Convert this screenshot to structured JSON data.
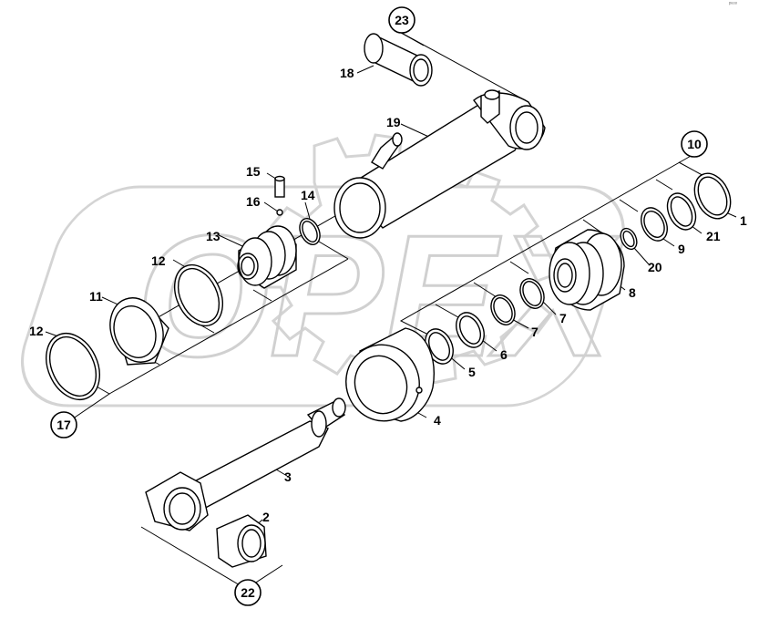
{
  "watermark": {
    "text": "OPEX"
  },
  "corner_mark": "ᵖᵉᵒᵒ",
  "part_labels": {
    "p1": "1",
    "p2": "2",
    "p3": "3",
    "p4": "4",
    "p5": "5",
    "p6": "6",
    "p7a": "7",
    "p7b": "7",
    "p8": "8",
    "p9": "9",
    "p11": "11",
    "p12a": "12",
    "p12b": "12",
    "p13": "13",
    "p14": "14",
    "p15": "15",
    "p16": "16",
    "p18": "18",
    "p19": "19",
    "p20": "20",
    "p21": "21"
  },
  "kit_labels": {
    "k10": "10",
    "k17": "17",
    "k22": "22",
    "k23": "23"
  }
}
